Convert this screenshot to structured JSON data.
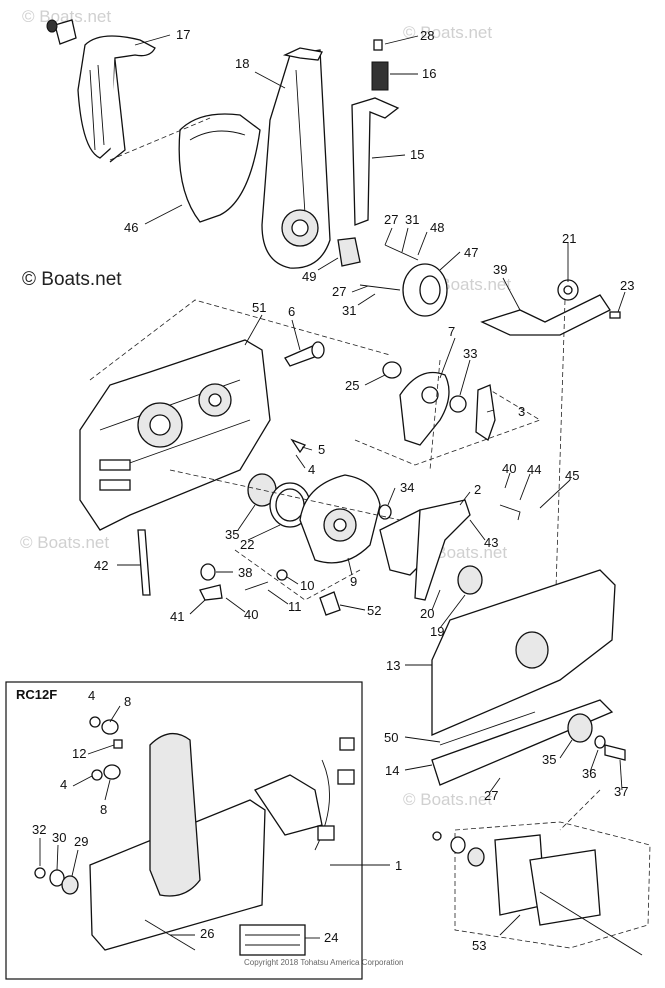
{
  "watermarks": {
    "faint": "© Boats.net",
    "dark": "© Boats.net"
  },
  "inset": {
    "title": "RC12F"
  },
  "copyright": "Copyright 2018 Tohatsu America Corporation",
  "callouts": [
    "17",
    "28",
    "16",
    "18",
    "15",
    "46",
    "27",
    "31",
    "48",
    "47",
    "49",
    "27",
    "31",
    "21",
    "23",
    "39",
    "51",
    "6",
    "7",
    "33",
    "3",
    "25",
    "5",
    "4",
    "34",
    "2",
    "40",
    "44",
    "45",
    "35",
    "22",
    "38",
    "9",
    "43",
    "42",
    "10",
    "11",
    "41",
    "40",
    "52",
    "20",
    "19",
    "13",
    "50",
    "35",
    "36",
    "37",
    "14",
    "27",
    "4",
    "8",
    "12",
    "4",
    "8",
    "32",
    "30",
    "29",
    "1",
    "26",
    "24",
    "53"
  ]
}
